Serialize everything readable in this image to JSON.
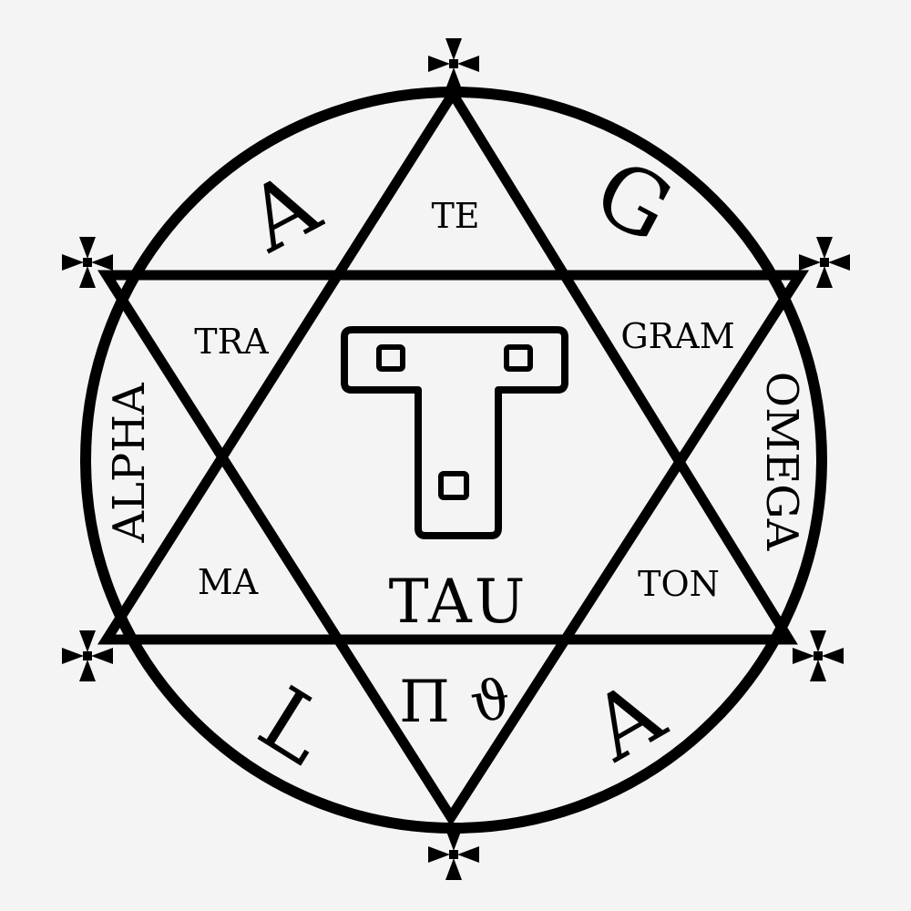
{
  "colors": {
    "ink": "#000000",
    "background": "#f4f4f4"
  },
  "inner_labels": {
    "te": "TE",
    "tra": "TRA",
    "gram": "GRAM",
    "ma": "MA",
    "ton": "TON",
    "tau": "TAU"
  },
  "outer_letters": {
    "a_top": "A",
    "g": "G",
    "l": "L",
    "a_bottom": "A"
  },
  "side_words": {
    "alpha": "ALPHA",
    "omega": "OMEGA"
  },
  "bottom_glyphs": {
    "pi": "Π",
    "theta": "ϑ"
  },
  "icons": {
    "center": "tau-cross-icon",
    "vertices": "cross-pattee-icon"
  }
}
